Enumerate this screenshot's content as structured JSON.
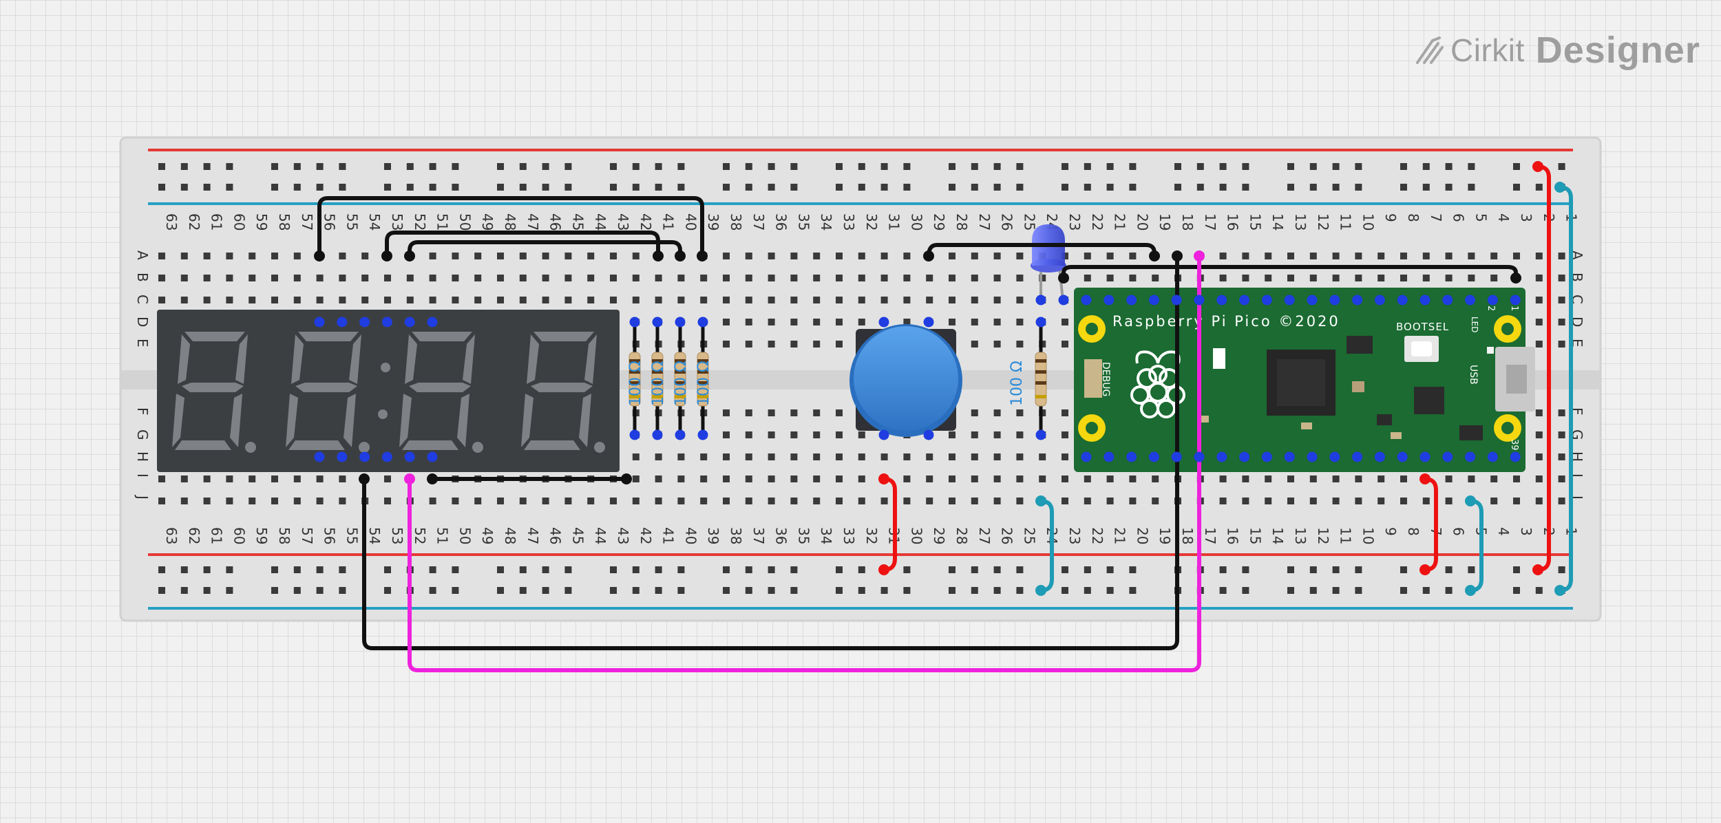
{
  "branding": {
    "logo_icon": "cirkit-wires-icon",
    "brand_name": "Cirkit",
    "brand_suffix": "Designer"
  },
  "breadboard": {
    "column_numbers": [
      63,
      62,
      61,
      60,
      59,
      58,
      57,
      56,
      55,
      54,
      53,
      52,
      51,
      50,
      49,
      48,
      47,
      46,
      45,
      44,
      43,
      42,
      41,
      40,
      39,
      38,
      37,
      36,
      35,
      34,
      33,
      32,
      31,
      30,
      29,
      28,
      27,
      26,
      25,
      24,
      23,
      22,
      21,
      20,
      19,
      18,
      17,
      16,
      15,
      14,
      13,
      12,
      11,
      10,
      9,
      8,
      7,
      6,
      5,
      4,
      3,
      2,
      1
    ],
    "row_labels_top": [
      "A",
      "B",
      "C",
      "D",
      "E"
    ],
    "row_labels_bottom": [
      "F",
      "G",
      "H",
      "I",
      "J"
    ],
    "colors": {
      "body": "#e4e4e4",
      "rail_red": "#e53935",
      "rail_blue": "#26a0c4",
      "hole": "#3a3a3a",
      "pin": "#1f3de0"
    }
  },
  "components": {
    "resistor_labels": [
      "100 Ω",
      "100 Ω",
      "100 Ω",
      "100 Ω"
    ],
    "led_color": "#5b6cf0",
    "button_color": "#3b86d6",
    "pico": {
      "title": "Raspberry Pi Pico ©2020",
      "bootsel": "BOOTSEL",
      "debug": "DEBUG",
      "usb": "USB",
      "led": "LED",
      "pin1": "1",
      "pin2": "2",
      "pin39": "39",
      "board_color": "#1b6b32"
    }
  },
  "wires": {
    "colors": {
      "black": "#111111",
      "red": "#ee1111",
      "cyan": "#1e9bb5",
      "magenta": "#ee22dd"
    }
  }
}
